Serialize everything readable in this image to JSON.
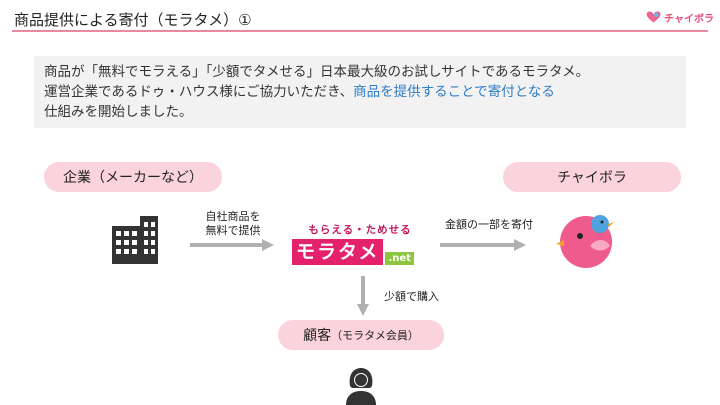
{
  "header": {
    "title": "商品提供による寄付（モラタメ）①",
    "brand_text": "チャイボラ"
  },
  "intro": {
    "line1": "商品が「無料でモラえる」「少額でタメせる」日本最大級のお試しサイトであるモラタメ。",
    "line2_plain": "運営企業であるドゥ・ハウス様にご協力いただき、",
    "line2_highlight": "商品を提供することで寄付となる",
    "line3": "仕組みを開始しました。"
  },
  "diagram": {
    "company_label": "企業（メーカーなど）",
    "charity_label": "チャイボラ",
    "customer_label": "顧客",
    "customer_sub": "（モラタメ会員）",
    "arrow1_line1": "自社商品を",
    "arrow1_line2": "無料で提供",
    "arrow2_label": "金額の一部を寄付",
    "arrow3_label": "少額で購入",
    "logo_top": "もらえる・ためせる",
    "logo_main": "モラタメ",
    "logo_net": ".net"
  },
  "colors": {
    "accent_pink": "#e88a9a",
    "pill_pink": "#fbd3dc",
    "highlight_blue": "#2f7cc8",
    "arrow_gray": "#b0b0b0"
  },
  "icons": [
    "brand-heart-icon",
    "building-icon",
    "charity-bird-icon",
    "person-icon"
  ]
}
